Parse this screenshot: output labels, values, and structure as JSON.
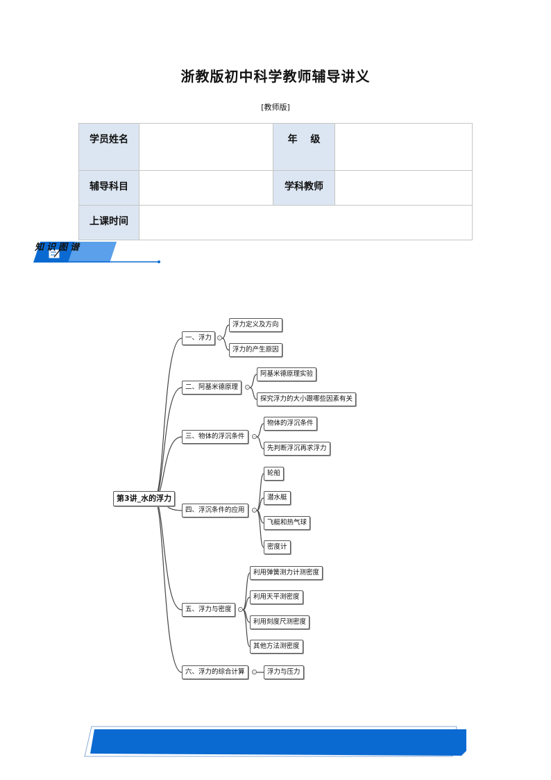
{
  "header": {
    "title": "浙教版初中科学教师辅导讲义",
    "subtitle": "[教师版]"
  },
  "info_table": {
    "student_name_label": "学员姓名",
    "grade_label": "年　 级",
    "subject_label": "辅导科目",
    "teacher_label": "学科教师",
    "class_time_label": "上课时间"
  },
  "section": {
    "knowledge_map_label": "知识图谱",
    "icon": "pencil-note-icon"
  },
  "mindmap": {
    "root": "第3讲_水的浮力",
    "branches": [
      {
        "label": "一、浮力",
        "children": [
          "浮力定义及方向",
          "浮力的产生原因"
        ]
      },
      {
        "label": "二、阿基米德原理",
        "children": [
          "阿基米德原理实验",
          "探究浮力的大小跟哪些因素有关"
        ]
      },
      {
        "label": "三、物体的浮沉条件",
        "children": [
          "物体的浮沉条件",
          "先判断浮沉再求浮力"
        ]
      },
      {
        "label": "四、浮沉条件的应用",
        "children": [
          "轮船",
          "潜水艇",
          "飞艇和热气球",
          "密度计"
        ]
      },
      {
        "label": "五、浮力与密度",
        "children": [
          "利用弹簧测力计测密度",
          "利用天平测密度",
          "利用刻度尺测密度",
          "其他方法测密度"
        ]
      },
      {
        "label": "六、浮力的综合计算",
        "children": [
          "浮力与压力"
        ]
      }
    ]
  },
  "colors": {
    "accent_blue": "#0a6ad1",
    "table_header_bg": "#dce6f2"
  }
}
